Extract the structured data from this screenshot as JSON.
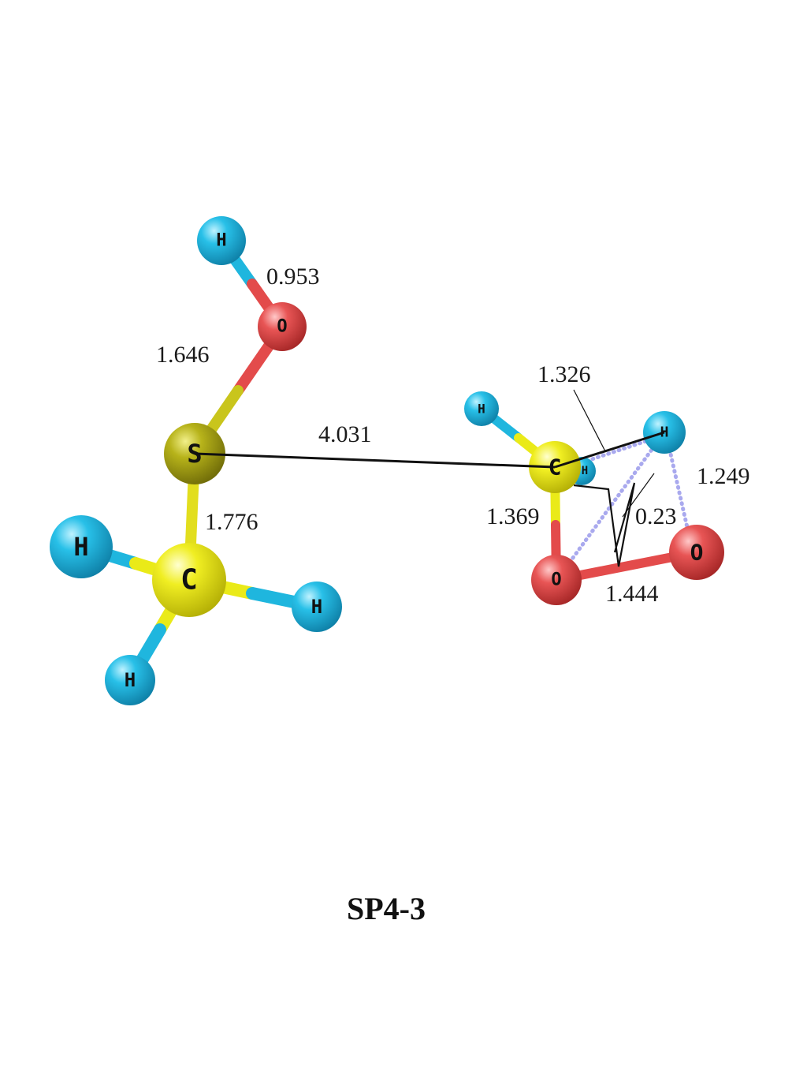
{
  "colors": {
    "H": "#1fb6de",
    "O": "#e34b4b",
    "S": "#b6b215",
    "C": "#eaea18",
    "measure_line": "#111111",
    "dotted_line": "#a9a9ee"
  },
  "atoms": {
    "h_hydroxyl": "H",
    "o_hydroxyl": "O",
    "s": "S",
    "c_methyl": "C",
    "h_methyl_left": "H",
    "h_methyl_right": "H",
    "h_methyl_bottom": "H",
    "h_radical_top": "H",
    "c_radical": "C",
    "h_radical_hidden": "H",
    "h_transfer": "H",
    "o_peroxy_1": "O",
    "o_peroxy_2": "O"
  },
  "distances": {
    "oh": "0.953",
    "so": "1.646",
    "sc": "1.776",
    "s_c_long": "4.031",
    "ch_transfer": "1.326",
    "co": "1.369",
    "oh_transfer": "1.249",
    "angle": "0.23",
    "oo": "1.444"
  },
  "caption": "SP4-3"
}
